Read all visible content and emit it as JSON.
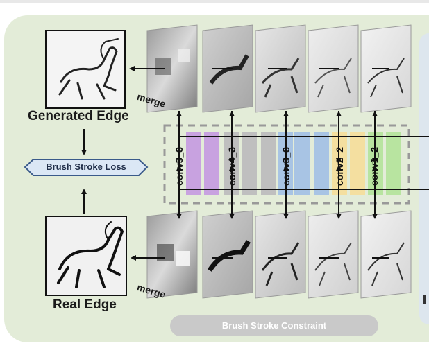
{
  "labels": {
    "generated_edge": "Generated Edge",
    "real_edge": "Real Edge",
    "merge_top": "merge",
    "merge_bottom": "merge",
    "loss": "Brush Stroke Loss",
    "constraint": "Brush Stroke Constraint"
  },
  "layers": [
    "conv5_3",
    "conv4_3",
    "conv3_3",
    "conv2_2",
    "conv1_2"
  ],
  "icons": {
    "generated": "horse-sketch-icon",
    "real": "horse-sketch-icon"
  },
  "colors": {
    "panel": "#e3ecd8",
    "right_panel": "#dde6ee",
    "loss_fill": "#dbe7f5",
    "loss_stroke": "#3a5a8a",
    "constraint_pill": "#c9c9c9",
    "block_colors": [
      "#c8a2e0",
      "#c8a2e0",
      "#bfbfbf",
      "#bfbfbf",
      "#bfbfbf",
      "#a8c4e4",
      "#a8c4e4",
      "#a8c4e4",
      "#f4dfa0",
      "#f4dfa0",
      "#b8e4a0",
      "#b8e4a0"
    ]
  }
}
